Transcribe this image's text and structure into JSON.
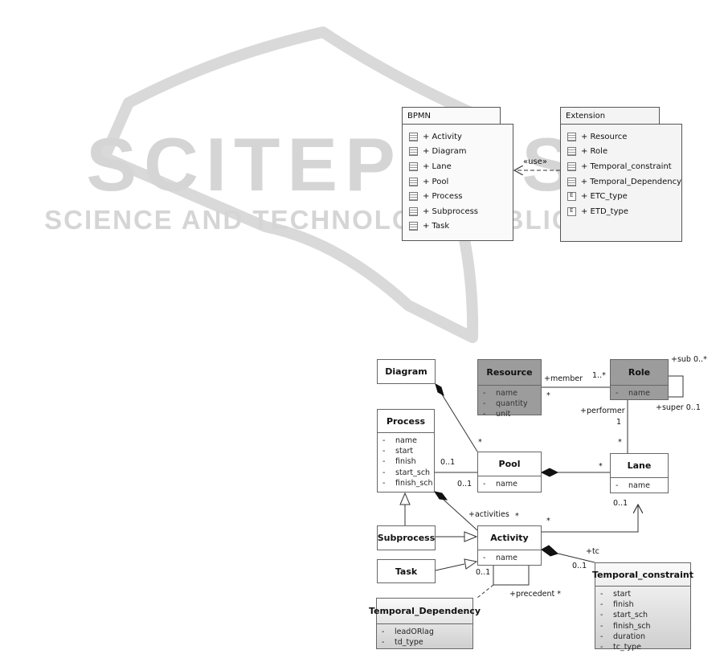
{
  "watermark": {
    "brand": "SCITEPRESS",
    "tagline": "SCIENCE AND TECHNOLOGY PUBLICATIONS"
  },
  "packages": {
    "bpmn": {
      "name": "BPMN",
      "items": [
        "+ Activity",
        "+ Diagram",
        "+ Lane",
        "+ Pool",
        "+ Process",
        "+ Subprocess",
        "+ Task"
      ]
    },
    "extension": {
      "name": "Extension",
      "items": [
        "+ Resource",
        "+ Role",
        "+ Temporal_constraint",
        "+ Temporal_Dependency",
        "+ ETC_type",
        "+ ETD_type"
      ]
    },
    "use_label": "«use»"
  },
  "classes": {
    "diagram": {
      "name": "Diagram"
    },
    "resource": {
      "name": "Resource",
      "attrs": [
        "name",
        "quantity",
        "unit"
      ]
    },
    "role": {
      "name": "Role",
      "attrs": [
        "name"
      ]
    },
    "process": {
      "name": "Process",
      "attrs": [
        "name",
        "start",
        "finish",
        "start_sch",
        "finish_sch"
      ]
    },
    "pool": {
      "name": "Pool",
      "attrs": [
        "name"
      ]
    },
    "lane": {
      "name": "Lane",
      "attrs": [
        "name"
      ]
    },
    "subprocess": {
      "name": "Subprocess"
    },
    "activity": {
      "name": "Activity",
      "attrs": [
        "name"
      ]
    },
    "task": {
      "name": "Task"
    },
    "temporal_constraint": {
      "name": "Temporal_constraint",
      "attrs": [
        "start",
        "finish",
        "start_sch",
        "finish_sch",
        "duration",
        "tc_type"
      ]
    },
    "temporal_dependency": {
      "name": "Temporal_Dependency",
      "attrs": [
        "leadORlag",
        "td_type"
      ]
    }
  },
  "visibility_marker": "-",
  "labels": {
    "member": "+member",
    "member_mult_role": "1..*",
    "member_mult_resource": "*",
    "sub": "+sub 0..*",
    "super": "+super 0..1",
    "performer": "+performer",
    "performer_mult": "1",
    "lane_role_mult": "*",
    "diagram_pool_mult": "*",
    "process_pool_mult_top": "0..1",
    "process_pool_mult_bottom": "0..1",
    "pool_lane_mult": "*",
    "activities": "+activities",
    "activities_mult": "*",
    "lane_activity_mult_lane": "0..1",
    "lane_activity_mult_activity": "*",
    "tc": "+tc",
    "tc_mult": "0..1",
    "precedent": "+precedent *",
    "precedent_mult": "0..1"
  }
}
